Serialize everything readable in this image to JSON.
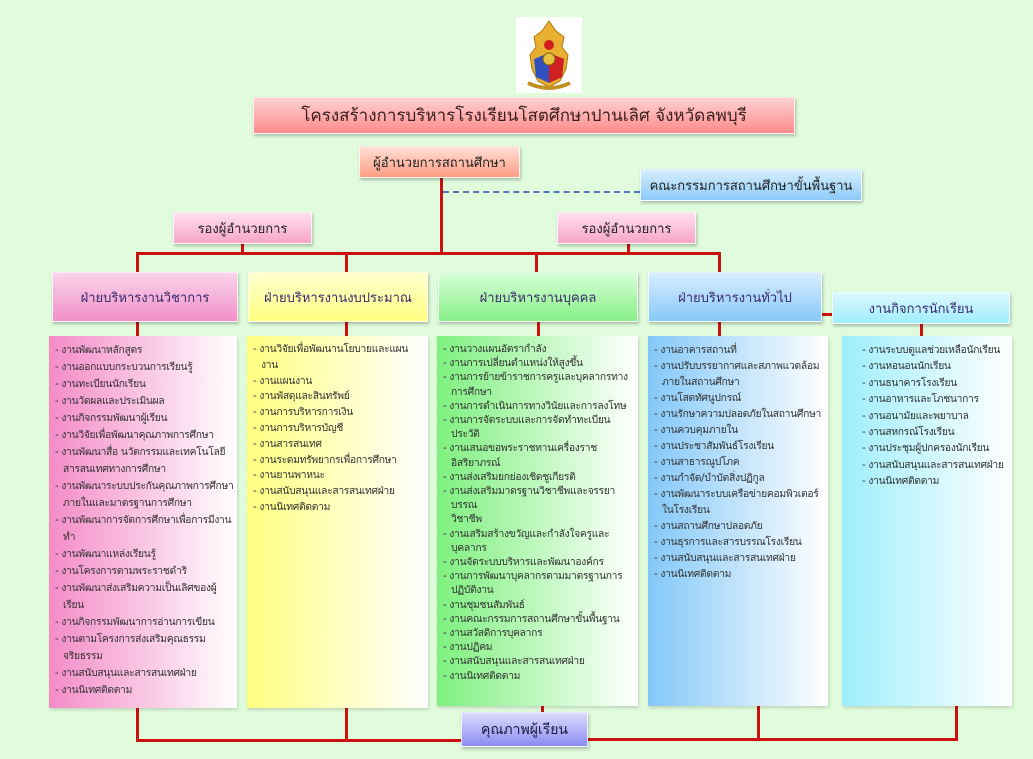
{
  "logo": {
    "label": "school emblem"
  },
  "title": "โครงสร้างการบริหารโรงเรียนโสตศึกษาปานเลิศ จังหวัดลพบุรี",
  "director": "ผู้อำนวยการสถานศึกษา",
  "committee": "คณะกรรมการสถานศึกษาขั้นพื้นฐาน",
  "vice_directors": [
    "รองผู้อำนวยการ",
    "รองผู้อำนวยการ"
  ],
  "outcome": "คุณภาพผู้เรียน",
  "departments": [
    {
      "name": "ฝ่ายบริหารงานวิชาการ",
      "color": "#f48cc8",
      "items": [
        "งานพัฒนาหลักสูตร",
        "งานออกแบบกระบวนการเรียนรู้",
        "งานทะเบียนนักเรียน",
        "งานวัดผลและประเมินผล",
        "งานกิจกรรมพัฒนาผู้เรียน",
        "งานวิจัยเพื่อพัฒนาคุณภาพการศึกษา",
        "งานพัฒนาสื่อ นวัตกรรมและเทคโนโลยี\nสารสนเทศทางการศึกษา",
        "งานพัฒนาระบบประกันคุณภาพการศึกษา\nภายในและมาตรฐานการศึกษา",
        "งานพัฒนาการจัดการศึกษาเพื่อการมีงานทำ",
        "งานพัฒนาแหล่งเรียนรู้",
        "งานโครงการตามพระราชดำริ",
        "งานพัฒนาส่งเสริมความเป็นเลิศของผู้เรียน",
        "งานกิจกรรมพัฒนาการอ่านการเขียน",
        "งานตามโครงการส่งเสริมคุณธรรม จริยธรรม",
        "งานสนับสนุนและสารสนเทศฝ่าย",
        "งานนิเทศติดตาม"
      ]
    },
    {
      "name": "ฝ่ายบริหารงานงบประมาณ",
      "color": "#ffff80",
      "items": [
        "งานวิจัยเพื่อพัฒนานโยบายและแผนงาน",
        "งานแผนงาน",
        "งานพัสดุและสินทรัพย์",
        "งานการบริหารการเงิน",
        "งานการบริหารบัญชี",
        "งานสารสนเทศ",
        "งานระดมทรัพยากรเพื่อการศึกษา",
        "งานยานพาหนะ",
        "งานสนับสนุนและสารสนเทศฝ่าย",
        "งานนิเทศติดตาม"
      ]
    },
    {
      "name": "ฝ่ายบริหารงานบุคคล",
      "color": "#7ef07e",
      "items": [
        "งานวางแผนอัตรากำลัง",
        "งานการเปลี่ยนตำแหน่งให้สูงขึ้น",
        "งานการย้ายข้าราชการครูและบุคลากรทาง\nการศึกษา",
        "งานการดำเนินการทางวินัยและการลงโทษ",
        "งานการจัดระบบและการจัดทำทะเบียนประวัติ",
        "งานเสนอขอพระราชทานเครื่องราชอิสริยาภรณ์",
        "งานส่งเสริมยกย่องเชิดชูเกียรติ",
        "งานส่งเสริมมาตรฐานวิชาชีพและจรรยาบรรณ\nวิชาชีพ",
        "งานเสริมสร้างขวัญและกำลังใจครูและบุคลากร",
        "งานจัดระบบบริหารและพัฒนาองค์กร",
        "งานการพัฒนาบุคลากรตามมาตรฐานการ\nปฏิบัติงาน",
        "งานชุมชนสัมพันธ์",
        "งานคณะกรรมการสถานศึกษาขั้นพื้นฐาน",
        "งานสวัสดิการบุคลากร",
        "งานปฏิคม",
        "งานสนับสนุนและสารสนเทศฝ่าย",
        "งานนิเทศติดตาม"
      ]
    },
    {
      "name": "ฝ่ายบริหารงานทั่วไป",
      "color": "#84c8f8",
      "items": [
        "งานอาคารสถานที่",
        "งานปรับบรรยากาศและสภาพแวดล้อม\nภายในสถานศึกษา",
        "งานโสตทัศนูปกรณ์",
        "งานรักษาความปลอดภัยในสถานศึกษา",
        "งานควบคุมภายใน",
        "งานประชาสัมพันธ์โรงเรียน",
        "งานสาธารณูปโภค",
        "งานกำจัด/บำบัดสิ่งปฏิกูล",
        "งานพัฒนาระบบเครือข่ายคอมพิวเตอร์\nในโรงเรียน",
        "งานสถานศึกษาปลอดภัย",
        "งานธุรการและสารบรรณโรงเรียน",
        "งานสนับสนุนและสารสนเทศฝ่าย",
        "งานนิเทศติดตาม"
      ]
    },
    {
      "name": "งานกิจการนักเรียน",
      "color": "#9eeefc",
      "items": [
        "งานระบบดูแลช่วยเหลือนักเรียน",
        "งานหอนอนนักเรียน",
        "งานธนาคารโรงเรียน",
        "งานอาหารและโภชนาการ",
        "งานอนามัยและพยาบาล",
        "งานสหกรณ์โรงเรียน",
        "งานประชุมผู้ปกครองนักเรียน",
        "งานสนับสนุนและสารสนเทศฝ่าย",
        "งานนิเทศติดตาม"
      ]
    }
  ]
}
